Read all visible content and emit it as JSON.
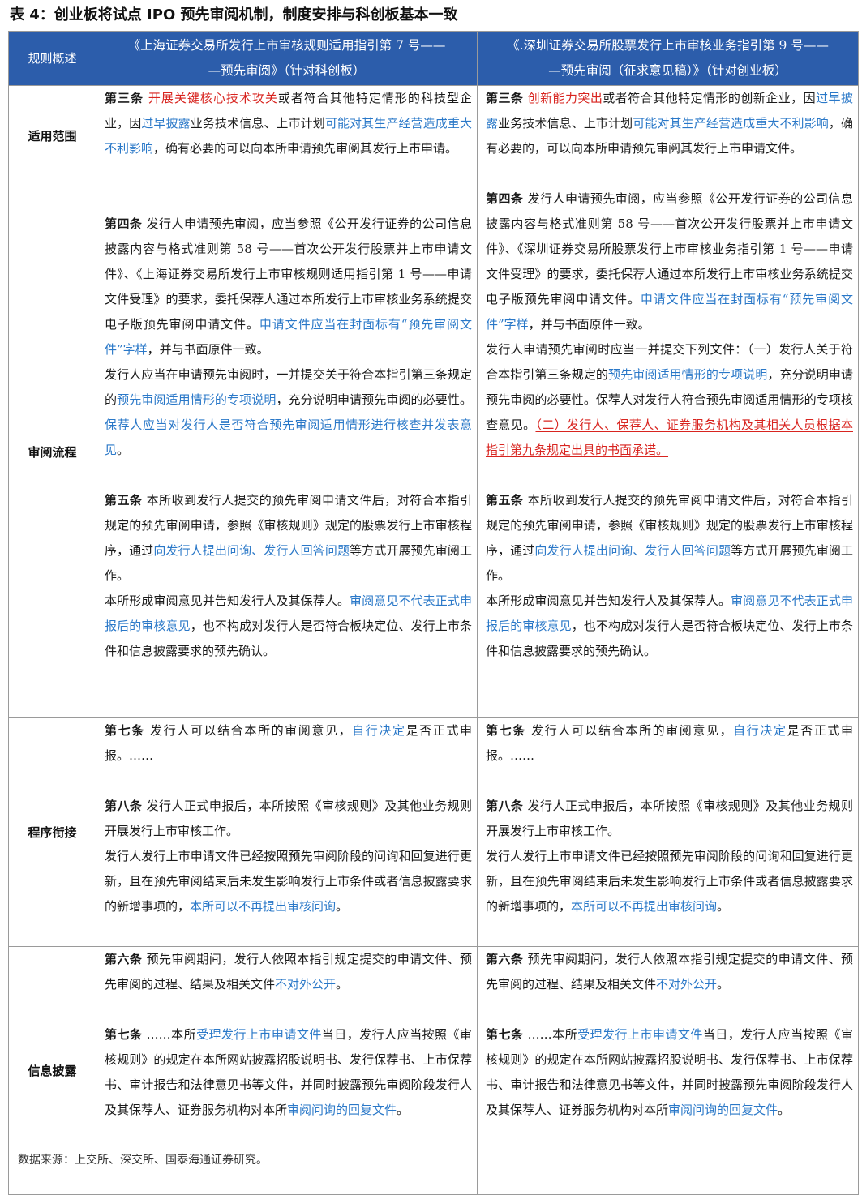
{
  "title": "表 4：创业板将试点 IPO 预先审阅机制，制度安排与科创板基本一致",
  "header": {
    "col0": "规则概述",
    "col1_line1": "《上海证券交易所发行上市审核规则适用指引第 7 号——",
    "col1_line2": "—预先审阅》（针对科创板）",
    "col2_line1": "《.深圳证券交易所股票发行上市审核业务指引第 9 号——",
    "col2_line2": "—预先审阅（征求意见稿）》（针对创业板）"
  },
  "rows": [
    {
      "label": "适用范围",
      "left": [
        {
          "blank": false,
          "segs": [
            {
              "t": "第三条",
              "s": "art"
            },
            {
              "t": " "
            },
            {
              "t": "开展关键核心技术攻关",
              "s": "red"
            },
            {
              "t": "或者符合其他特定情形的科技型企业，因"
            },
            {
              "t": "过早披露",
              "s": "blue"
            },
            {
              "t": "业务技术信息、上市计划"
            },
            {
              "t": "可能对其生产经营造成重大不利影响",
              "s": "blue"
            },
            {
              "t": "，确有必要的可以向本所申请预先审阅其发行上市申请。"
            }
          ]
        }
      ],
      "right": [
        {
          "blank": false,
          "segs": [
            {
              "t": "第三条",
              "s": "art"
            },
            {
              "t": " "
            },
            {
              "t": "创新能力突出",
              "s": "red"
            },
            {
              "t": "或者符合其他特定情形的创新企业，因"
            },
            {
              "t": "过早披露",
              "s": "blue"
            },
            {
              "t": "业务技术信息、上市计划"
            },
            {
              "t": "可能对其生产经营造成重大不利影响",
              "s": "blue"
            },
            {
              "t": "，确有必要的，可以向本所申请预先审阅其发行上市申请文件。"
            }
          ]
        }
      ]
    },
    {
      "label": "审阅流程",
      "left": [
        {
          "blank": true,
          "segs": []
        },
        {
          "blank": false,
          "segs": [
            {
              "t": "第四条",
              "s": "art"
            },
            {
              "t": " 发行人申请预先审阅，应当参照《公开发行证券的公司信息披露内容与格式准则第 58 号——首次公开发行股票并上市申请文件》、《上海证券交易所发行上市审核规则适用指引第 1 号——申请文件受理》的要求，委托保荐人通过本所发行上市审核业务系统提交电子版预先审阅申请文件。"
            },
            {
              "t": "申请文件应当在封面标有“预先审阅文件”字样",
              "s": "blue"
            },
            {
              "t": "，并与书面原件一致。"
            }
          ]
        },
        {
          "blank": false,
          "segs": [
            {
              "t": "发行人应当在申请预先审阅时，一并提交关于符合本指引第三条规定的"
            },
            {
              "t": "预先审阅适用情形的专项说明",
              "s": "blue"
            },
            {
              "t": "，充分说明申请预先审阅的必要性。"
            },
            {
              "t": "保荐人应当对发行人是否符合预先审阅适用情形进行核查并发表意见",
              "s": "blue"
            },
            {
              "t": "。"
            }
          ]
        },
        {
          "blank": true,
          "segs": []
        },
        {
          "blank": false,
          "segs": [
            {
              "t": "第五条",
              "s": "art"
            },
            {
              "t": " 本所收到发行人提交的预先审阅申请文件后，对符合本指引规定的预先审阅申请，参照《审核规则》规定的股票发行上市审核程序，通过"
            },
            {
              "t": "向发行人提出问询、发行人回答问题",
              "s": "blue"
            },
            {
              "t": "等方式开展预先审阅工作。"
            }
          ]
        },
        {
          "blank": false,
          "segs": [
            {
              "t": "本所形成审阅意见并告知发行人及其保荐人。"
            },
            {
              "t": "审阅意见不代表正式申报后的审核意见",
              "s": "blue"
            },
            {
              "t": "，也不构成对发行人是否符合板块定位、发行上市条件和信息披露要求的预先确认。"
            }
          ]
        }
      ],
      "right": [
        {
          "blank": false,
          "segs": [
            {
              "t": "第四条",
              "s": "art"
            },
            {
              "t": " 发行人申请预先审阅，应当参照《公开发行证券的公司信息披露内容与格式准则第 58 号——首次公开发行股票并上市申请文件》、《深圳证券交易所股票发行上市审核业务指引第 1 号——申请文件受理》的要求，委托保荐人通过本所发行上市审核业务系统提交电子版预先审阅申请文件。"
            },
            {
              "t": "申请文件应当在封面标有“预先审阅文件”字样",
              "s": "blue"
            },
            {
              "t": "，并与书面原件一致。"
            }
          ]
        },
        {
          "blank": false,
          "segs": [
            {
              "t": "发行人申请预先审阅时应当一并提交下列文件：（一）发行人关于符合本指引第三条规定的"
            },
            {
              "t": "预先审阅适用情形的专项说明",
              "s": "blue"
            },
            {
              "t": "，充分说明申请预先审阅的必要性。保荐人对发行人符合预先审阅适用情形的专项核查意见。"
            },
            {
              "t": "（二）发行人、保荐人、证券服务机构及其相关人员根据本指引第九条规定出具的书面承诺。",
              "s": "red"
            }
          ]
        },
        {
          "blank": true,
          "segs": []
        },
        {
          "blank": false,
          "segs": [
            {
              "t": "第五条",
              "s": "art"
            },
            {
              "t": " 本所收到发行人提交的预先审阅申请文件后，对符合本指引规定的预先审阅申请，参照《审核规则》规定的股票发行上市审核程序，通过"
            },
            {
              "t": "向发行人提出问询、发行人回答问题",
              "s": "blue"
            },
            {
              "t": "等方式开展预先审阅工作。"
            }
          ]
        },
        {
          "blank": false,
          "segs": [
            {
              "t": "本所形成审阅意见并告知发行人及其保荐人。"
            },
            {
              "t": "审阅意见不代表正式申报后的审核意见",
              "s": "blue"
            },
            {
              "t": "，也不构成对发行人是否符合板块定位、发行上市条件和信息披露要求的预先确认。"
            }
          ]
        }
      ]
    },
    {
      "label": "程序衔接",
      "left": [
        {
          "blank": false,
          "segs": [
            {
              "t": "第七条",
              "s": "art"
            },
            {
              "t": " 发行人可以结合本所的审阅意见，"
            },
            {
              "t": "自行决定",
              "s": "blue"
            },
            {
              "t": "是否正式申报。……"
            }
          ]
        },
        {
          "blank": true,
          "segs": []
        },
        {
          "blank": false,
          "segs": [
            {
              "t": "第八条",
              "s": "art"
            },
            {
              "t": " 发行人正式申报后，本所按照《审核规则》及其他业务规则开展发行上市审核工作。"
            }
          ]
        },
        {
          "blank": false,
          "segs": [
            {
              "t": "发行人发行上市申请文件已经按照预先审阅阶段的问询和回复进行更新，且在预先审阅结束后未发生影响发行上市条件或者信息披露要求的新增事项的，"
            },
            {
              "t": "本所可以不再提出审核问询",
              "s": "blue"
            },
            {
              "t": "。"
            }
          ]
        }
      ],
      "right": [
        {
          "blank": false,
          "segs": [
            {
              "t": "第七条",
              "s": "art"
            },
            {
              "t": " 发行人可以结合本所的审阅意见，"
            },
            {
              "t": "自行决定",
              "s": "blue"
            },
            {
              "t": "是否正式申报。……"
            }
          ]
        },
        {
          "blank": true,
          "segs": []
        },
        {
          "blank": false,
          "segs": [
            {
              "t": "第八条",
              "s": "art"
            },
            {
              "t": " 发行人正式申报后，本所按照《审核规则》及其他业务规则开展发行上市审核工作。"
            }
          ]
        },
        {
          "blank": false,
          "segs": [
            {
              "t": "发行人发行上市申请文件已经按照预先审阅阶段的问询和回复进行更新，且在预先审阅结束后未发生影响发行上市条件或者信息披露要求的新增事项的，"
            },
            {
              "t": "本所可以不再提出审核问询",
              "s": "blue"
            },
            {
              "t": "。"
            }
          ]
        }
      ]
    },
    {
      "label": "信息披露",
      "left": [
        {
          "blank": false,
          "segs": [
            {
              "t": "第六条",
              "s": "art"
            },
            {
              "t": " 预先审阅期间，发行人依照本指引规定提交的申请文件、预先审阅的过程、结果及相关文件"
            },
            {
              "t": "不对外公开",
              "s": "blue"
            },
            {
              "t": "。"
            }
          ]
        },
        {
          "blank": true,
          "segs": []
        },
        {
          "blank": false,
          "segs": [
            {
              "t": "第七条",
              "s": "art"
            },
            {
              "t": " ……本所"
            },
            {
              "t": "受理发行上市申请文件",
              "s": "blue"
            },
            {
              "t": "当日，发行人应当按照《审核规则》的规定在本所网站披露招股说明书、发行保荐书、上市保荐书、审计报告和法律意见书等文件，并同时披露预先审阅阶段发行人及其保荐人、证券服务机构对本所"
            },
            {
              "t": "审阅问询的回复文件",
              "s": "blue"
            },
            {
              "t": "。"
            }
          ]
        }
      ],
      "right": [
        {
          "blank": false,
          "segs": [
            {
              "t": "第六条",
              "s": "art"
            },
            {
              "t": " 预先审阅期间，发行人依照本指引规定提交的申请文件、预先审阅的过程、结果及相关文件"
            },
            {
              "t": "不对外公开",
              "s": "blue"
            },
            {
              "t": "。"
            }
          ]
        },
        {
          "blank": true,
          "segs": []
        },
        {
          "blank": false,
          "segs": [
            {
              "t": "第七条",
              "s": "art"
            },
            {
              "t": " ……本所"
            },
            {
              "t": "受理发行上市申请文件",
              "s": "blue"
            },
            {
              "t": "当日，发行人应当按照《审核规则》的规定在本所网站披露招股说明书、发行保荐书、上市保荐书、审计报告和法律意见书等文件，并同时披露预先审阅阶段发行人及其保荐人、证券服务机构对本所"
            },
            {
              "t": "审阅问询的回复文件",
              "s": "blue"
            },
            {
              "t": "。"
            }
          ]
        }
      ]
    }
  ],
  "footer": "数据来源：上交所、深交所、国泰海通证券研究。"
}
